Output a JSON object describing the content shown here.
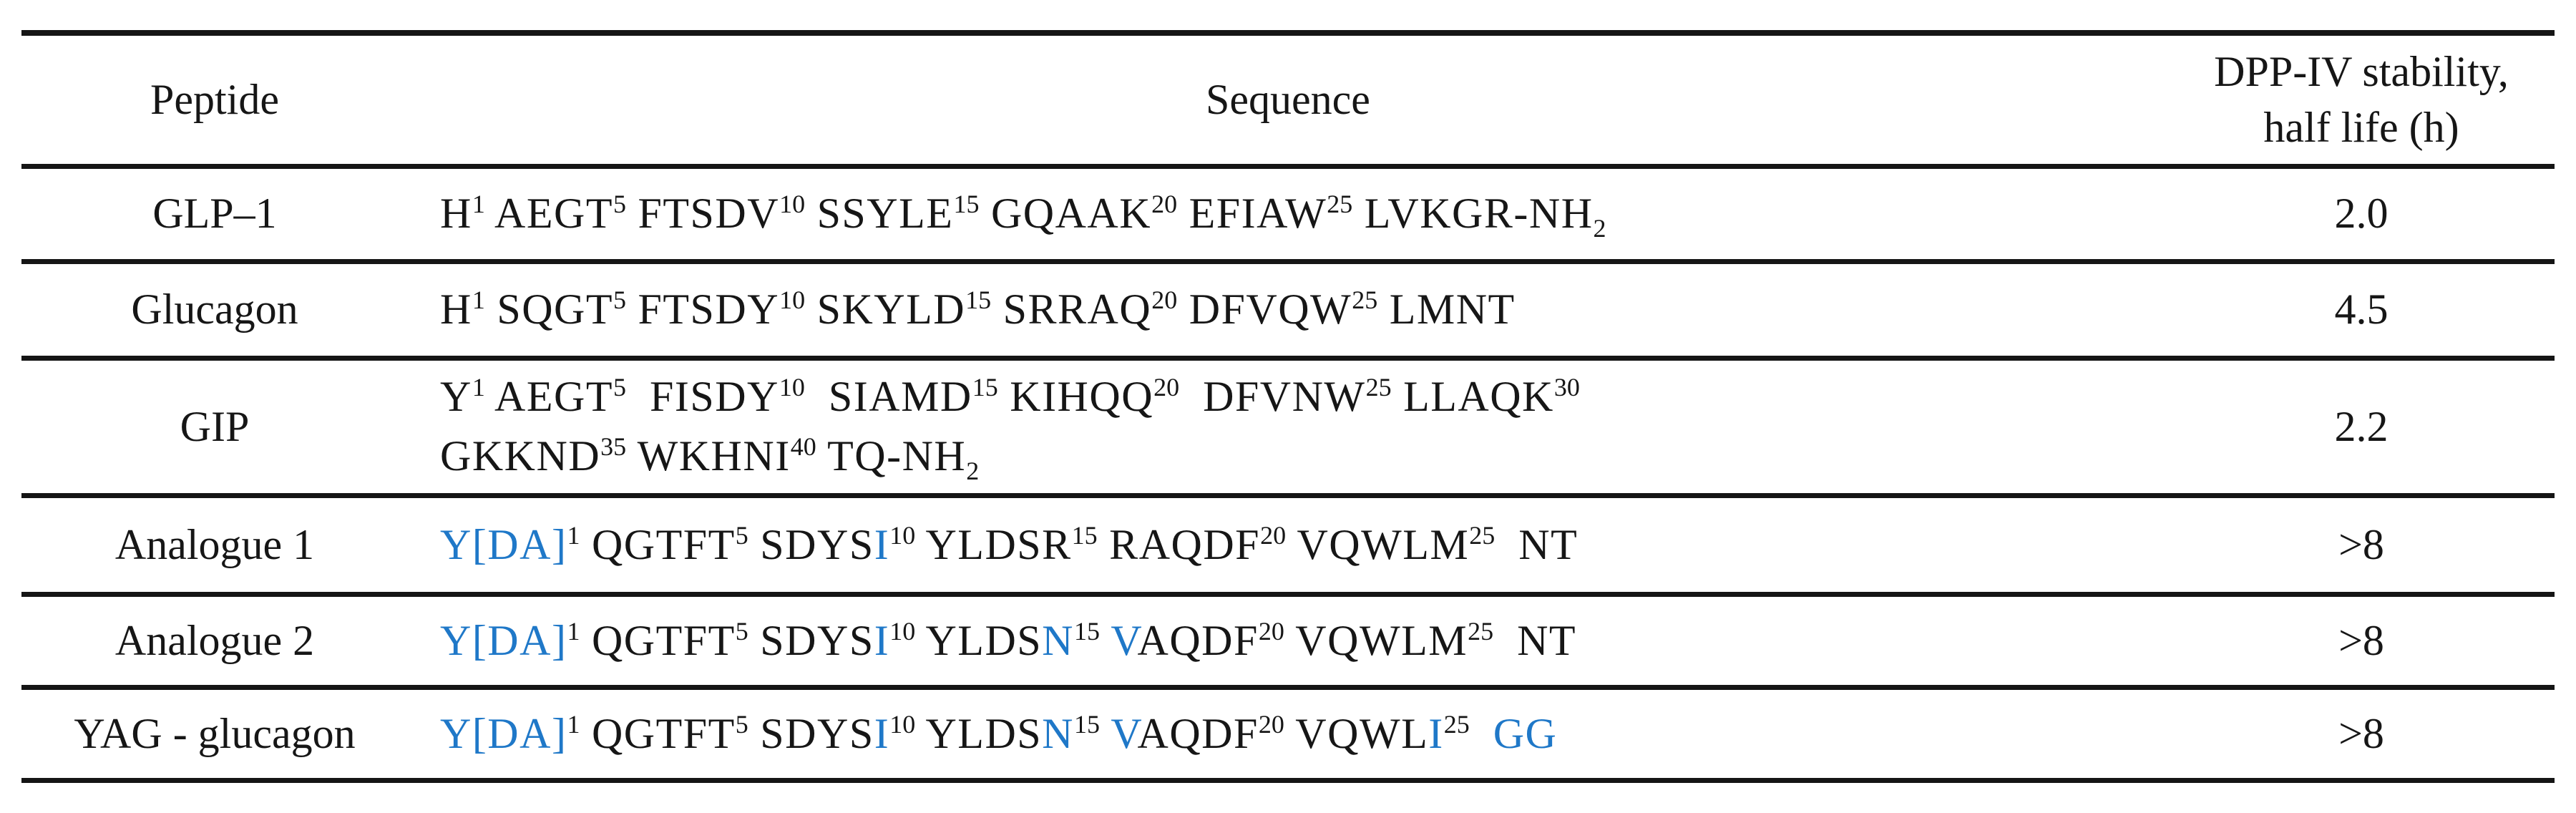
{
  "colors": {
    "sequence_highlight": "#1f78c8",
    "text": "#161616",
    "rule": "#151515"
  },
  "header": {
    "peptide_label": "Peptide",
    "sequence_label": "Sequence",
    "stability_label_line1": "DPP-IV stability,",
    "stability_label_line2": "half life (h)"
  },
  "rows": [
    {
      "peptide": "GLP–1",
      "value": "2.0",
      "sequence": [
        {
          "t": "H"
        },
        {
          "t": "1",
          "sup": true
        },
        {
          "t": " AEGT"
        },
        {
          "t": "5",
          "sup": true
        },
        {
          "t": " FTSDV"
        },
        {
          "t": "10",
          "sup": true
        },
        {
          "t": " SSYLE"
        },
        {
          "t": "15",
          "sup": true
        },
        {
          "t": " GQAAK"
        },
        {
          "t": "20",
          "sup": true
        },
        {
          "t": " EFIAW"
        },
        {
          "t": "25",
          "sup": true
        },
        {
          "t": " LVKGR-NH"
        },
        {
          "t": "2",
          "sub": true
        }
      ]
    },
    {
      "peptide": "Glucagon",
      "value": "4.5",
      "sequence": [
        {
          "t": "H"
        },
        {
          "t": "1",
          "sup": true
        },
        {
          "t": " SQGT"
        },
        {
          "t": "5",
          "sup": true
        },
        {
          "t": " FTSDY"
        },
        {
          "t": "10",
          "sup": true
        },
        {
          "t": " SKYLD"
        },
        {
          "t": "15",
          "sup": true
        },
        {
          "t": " SRRAQ"
        },
        {
          "t": "20",
          "sup": true
        },
        {
          "t": " DFVQW"
        },
        {
          "t": "25",
          "sup": true
        },
        {
          "t": " LMNT"
        }
      ]
    },
    {
      "peptide": "GIP",
      "value": "2.2",
      "sequence": [
        {
          "t": "Y"
        },
        {
          "t": "1",
          "sup": true
        },
        {
          "t": " AEGT"
        },
        {
          "t": "5",
          "sup": true
        },
        {
          "t": "  FISDY"
        },
        {
          "t": "10",
          "sup": true
        },
        {
          "t": "  SIAMD"
        },
        {
          "t": "15",
          "sup": true
        },
        {
          "t": " KIHQQ"
        },
        {
          "t": "20",
          "sup": true
        },
        {
          "t": "  DFVNW"
        },
        {
          "t": "25",
          "sup": true
        },
        {
          "t": " LLAQK"
        },
        {
          "t": "30",
          "sup": true
        },
        {
          "br": true
        },
        {
          "t": "GKKND"
        },
        {
          "t": "35",
          "sup": true
        },
        {
          "t": " WKHNI"
        },
        {
          "t": "40",
          "sup": true
        },
        {
          "t": " TQ-NH"
        },
        {
          "t": "2",
          "sub": true
        }
      ]
    },
    {
      "peptide": "Analogue 1",
      "value": ">8",
      "sequence": [
        {
          "t": "Y[DA]",
          "blue": true
        },
        {
          "t": "1",
          "sup": true
        },
        {
          "t": " QGTFT"
        },
        {
          "t": "5",
          "sup": true
        },
        {
          "t": " SDYS"
        },
        {
          "t": "I",
          "blue": true
        },
        {
          "t": "10",
          "sup": true
        },
        {
          "t": " YLDSR"
        },
        {
          "t": "15",
          "sup": true
        },
        {
          "t": " RAQDF"
        },
        {
          "t": "20",
          "sup": true
        },
        {
          "t": " VQWLM"
        },
        {
          "t": "25",
          "sup": true
        },
        {
          "t": "  NT"
        }
      ]
    },
    {
      "peptide": "Analogue 2",
      "value": ">8",
      "sequence": [
        {
          "t": "Y[DA]",
          "blue": true
        },
        {
          "t": "1",
          "sup": true
        },
        {
          "t": " QGTFT"
        },
        {
          "t": "5",
          "sup": true
        },
        {
          "t": " SDYS"
        },
        {
          "t": "I",
          "blue": true
        },
        {
          "t": "10",
          "sup": true
        },
        {
          "t": " YLDS"
        },
        {
          "t": "N",
          "blue": true
        },
        {
          "t": "15",
          "sup": true
        },
        {
          "t": " "
        },
        {
          "t": "V",
          "blue": true
        },
        {
          "t": "AQDF"
        },
        {
          "t": "20",
          "sup": true
        },
        {
          "t": " VQWLM"
        },
        {
          "t": "25",
          "sup": true
        },
        {
          "t": "  NT"
        }
      ]
    },
    {
      "peptide": "YAG - glucagon",
      "value": ">8",
      "sequence": [
        {
          "t": "Y[DA]",
          "blue": true
        },
        {
          "t": "1",
          "sup": true
        },
        {
          "t": " QGTFT"
        },
        {
          "t": "5",
          "sup": true
        },
        {
          "t": " SDYS"
        },
        {
          "t": "I",
          "blue": true
        },
        {
          "t": "10",
          "sup": true
        },
        {
          "t": " YLDS"
        },
        {
          "t": "N",
          "blue": true
        },
        {
          "t": "15",
          "sup": true
        },
        {
          "t": " "
        },
        {
          "t": "V",
          "blue": true
        },
        {
          "t": "AQDF"
        },
        {
          "t": "20",
          "sup": true
        },
        {
          "t": " VQWL"
        },
        {
          "t": "I",
          "blue": true
        },
        {
          "t": "25",
          "sup": true
        },
        {
          "t": "  "
        },
        {
          "t": "GG",
          "blue": true
        }
      ]
    }
  ]
}
